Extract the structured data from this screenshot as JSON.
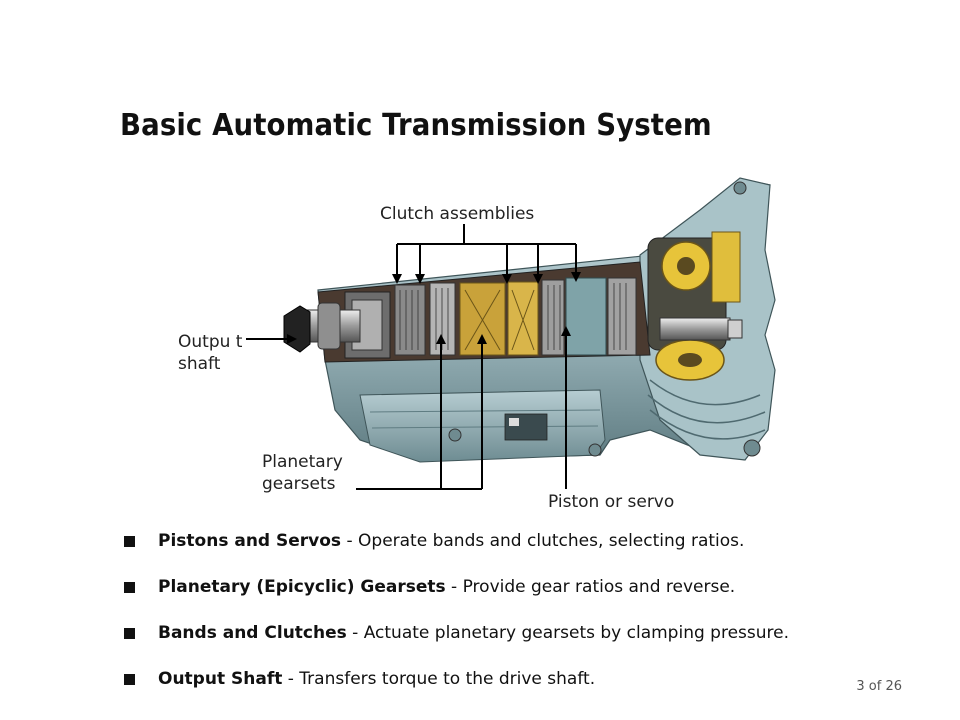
{
  "slide": {
    "title": "Basic Automatic Transmission System",
    "page_number": "3 of 26"
  },
  "diagram": {
    "labels": {
      "clutch_assemblies": "Clutch assemblies",
      "output_shaft": "Outpu t shaft",
      "planetary_gearsets": "Planetary gearsets",
      "piston_or_servo": "Piston or servo"
    }
  },
  "bullets": [
    {
      "term": "Pistons and Servos",
      "separator": " - ",
      "text": "Operate bands and clutches, selecting ratios."
    },
    {
      "term": "Planetary (Epicyclic) Gearsets",
      "separator": " - ",
      "text": "Provide gear ratios and reverse."
    },
    {
      "term": "Bands and Clutches",
      "separator": " - ",
      "text": "Actuate planetary gearsets by clamping pressure."
    },
    {
      "term": "Output Shaft",
      "separator": " - ",
      "text": "Transfers torque to the drive shaft."
    }
  ],
  "colors": {
    "housing": "#9fb9bf",
    "housing_dark": "#5f7c82",
    "gear_gold": "#c9a23a",
    "accent_yellow": "#e7c43a",
    "callout_line": "#000000"
  }
}
